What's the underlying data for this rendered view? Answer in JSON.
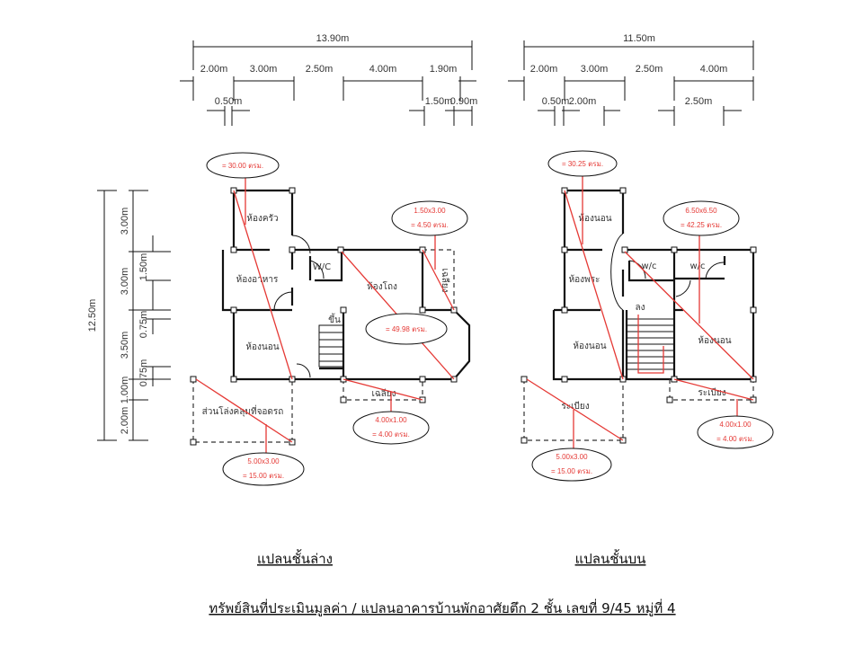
{
  "ground_floor": {
    "dims_top": {
      "total": "13.90m",
      "d1": "2.00m",
      "d2": "3.00m",
      "d3": "2.50m",
      "d4": "4.00m",
      "d5": "1.90m",
      "d6": "0.50m",
      "d7": "1.50m",
      "d8": "0.90m"
    },
    "dims_left": {
      "total": "12.50m",
      "a1": "3.00m",
      "a2": "3.00m",
      "a3": "3.50m",
      "a4": "1.00m",
      "a5": "2.00m",
      "b1": "1.50m",
      "b2": "0.75m",
      "b3": "0.75m"
    },
    "rooms": {
      "kitchen": "ห้องครัว",
      "dining": "ห้องอาหาร",
      "bedroom": "ห้องนอน",
      "wc": "W/C",
      "hall": "ห้องโถง",
      "stairs_up": "ขึ้น",
      "terrace_side": "เฉลียง",
      "terrace_front": "เฉลียง",
      "carport": "ส่วนโล่งคลุมที่จอดรถ"
    },
    "areas": {
      "a1": "= 30.00 ตรม.",
      "b1": "1.50x3.00",
      "b2": "= 4.50 ตรม.",
      "c1": "= 49.98 ตรม.",
      "d1": "4.00x1.00",
      "d2": "= 4.00 ตรม.",
      "e1": "5.00x3.00",
      "e2": "= 15.00 ตรม."
    },
    "title": "แปลนชั้นล่าง"
  },
  "upper_floor": {
    "dims_top": {
      "total": "11.50m",
      "d1": "2.00m",
      "d2": "3.00m",
      "d3": "2.50m",
      "d4": "4.00m",
      "d5": "0.50m",
      "d6": "2.00m",
      "d7": "2.50m"
    },
    "rooms": {
      "bedroom1": "ห้องนอน",
      "prayer": "ห้องพระ",
      "bedroom2": "ห้องนอน",
      "wc1": "w/c",
      "wc2": "w/c",
      "stairs_down": "ลง",
      "bedroom3": "ห้องนอน",
      "balcony1": "ระเบียง",
      "balcony2": "ระเบียง"
    },
    "areas": {
      "a1": "= 30.25 ตรม.",
      "b1": "6.50x6.50",
      "b2": "= 42.25 ตรม.",
      "d1": "4.00x1.00",
      "d2": "= 4.00 ตรม.",
      "e1": "5.00x3.00",
      "e2": "= 15.00 ตรม."
    },
    "title": "แปลนชั้นบน"
  },
  "caption": "ทรัพย์สินที่ประเมินมูลค่า / แปลนอาคารบ้านพักอาศัยตึก 2 ชั้น เลขที่ 9/45 หมู่ที่ 4",
  "colors": {
    "annotation": "#e53935",
    "wall": "#111111"
  }
}
